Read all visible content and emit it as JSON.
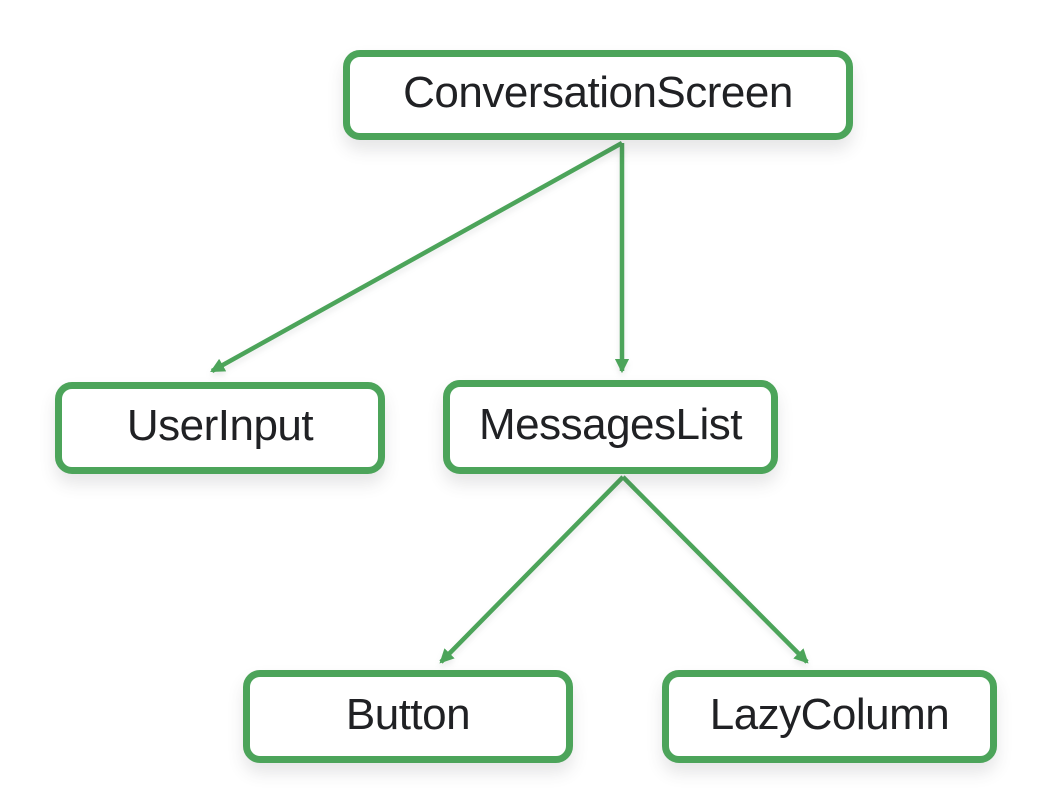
{
  "diagram": {
    "type": "tree",
    "description": "UI component hierarchy diagram",
    "accent_color": "#4CA45A",
    "text_color": "#202124",
    "background_color": "#FFFFFF",
    "nodes": {
      "conversation_screen": {
        "label": "ConversationScreen",
        "level": 0
      },
      "user_input": {
        "label": "UserInput",
        "level": 1
      },
      "messages_list": {
        "label": "MessagesList",
        "level": 1
      },
      "button": {
        "label": "Button",
        "level": 2
      },
      "lazy_column": {
        "label": "LazyColumn",
        "level": 2
      }
    },
    "edges": [
      {
        "from": "ConversationScreen",
        "to": "UserInput"
      },
      {
        "from": "ConversationScreen",
        "to": "MessagesList"
      },
      {
        "from": "MessagesList",
        "to": "Button"
      },
      {
        "from": "MessagesList",
        "to": "LazyColumn"
      }
    ]
  }
}
